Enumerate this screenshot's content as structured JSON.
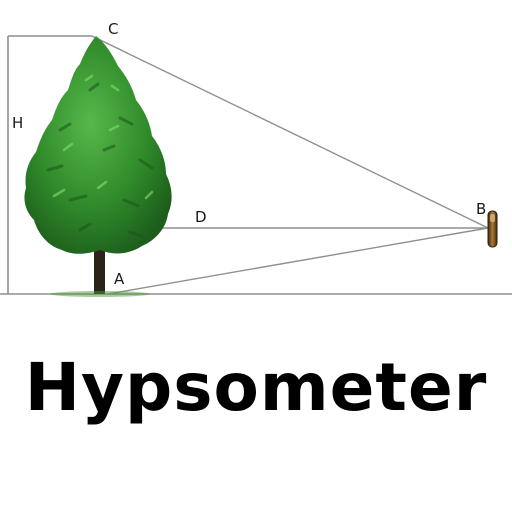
{
  "diagram": {
    "labels": {
      "a": "A",
      "b": "B",
      "c": "C",
      "d": "D",
      "h": "H"
    },
    "colors": {
      "line": "#8f8f8f",
      "foliage": "#2f8a2a",
      "trunk": "#2a2418",
      "instrument": "#6b4a1e"
    },
    "icons": {
      "tree": "conifer-tree-icon",
      "observer": "hypsometer-device-icon"
    }
  },
  "title": "Hypsometer"
}
